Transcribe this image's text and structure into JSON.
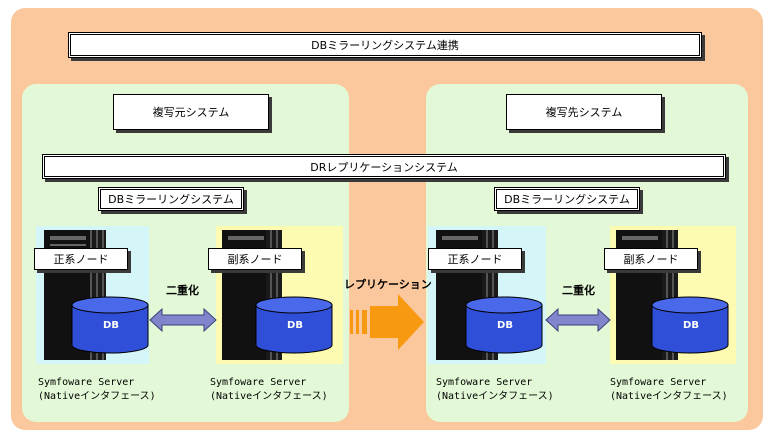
{
  "title": "DBミラーリングシステム連携",
  "source": {
    "label": "複写元システム",
    "dr_label": "DRレプリケーションシステム",
    "mirror_label": "DBミラーリングシステム",
    "primary": {
      "label": "正系ノード",
      "db": "DB",
      "caption1": "Symfoware Server",
      "caption2": "(Nativeインタフェース)"
    },
    "secondary": {
      "label": "副系ノード",
      "db": "DB",
      "caption1": "Symfoware Server",
      "caption2": "(Nativeインタフェース)"
    },
    "dup_label": "二重化"
  },
  "target": {
    "label": "複写先システム",
    "mirror_label": "DBミラーリングシステム",
    "primary": {
      "label": "正系ノード",
      "db": "DB",
      "caption1": "Symfoware Server",
      "caption2": "(Nativeインタフェース)"
    },
    "secondary": {
      "label": "副系ノード",
      "db": "DB",
      "caption1": "Symfoware Server",
      "caption2": "(Nativeインタフェース)"
    },
    "dup_label": "二重化"
  },
  "replication_label": "レプリケーション",
  "colors": {
    "outer": "#fbc79d",
    "system": "#e3f8d6",
    "primary_node": "#d4f6f8",
    "secondary_node": "#fdfbb2",
    "db": "#2f4fd8",
    "arrow": "#7f86cc",
    "replication_arrow": "#f79a12"
  }
}
